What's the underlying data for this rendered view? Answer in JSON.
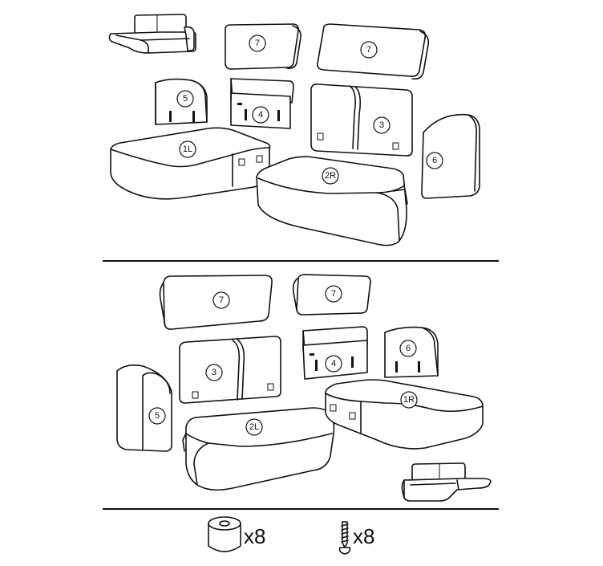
{
  "top": {
    "badges": {
      "p7a": "7",
      "p7b": "7",
      "p5": "5",
      "p4": "4",
      "p3": "3",
      "p6": "6",
      "p1L": "1L",
      "p2R": "2R"
    }
  },
  "bottom": {
    "badges": {
      "p7a": "7",
      "p7b": "7",
      "p3": "3",
      "p4": "4",
      "p6": "6",
      "p5": "5",
      "p2L": "2L",
      "p1R": "1R"
    }
  },
  "hardware": {
    "feet_qty": "x8",
    "screws_qty": "x8"
  }
}
